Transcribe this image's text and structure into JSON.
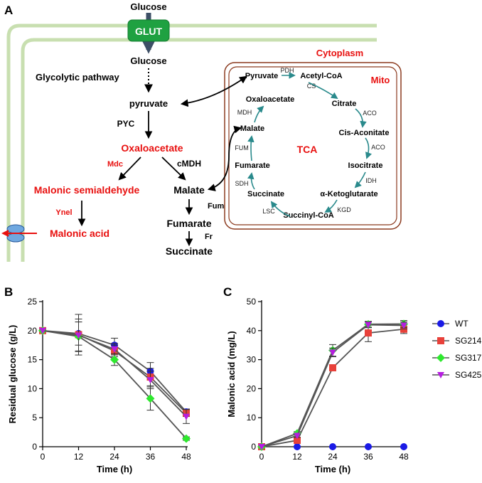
{
  "panel_a": {
    "label": "A",
    "glucose_out": "Glucose",
    "transporter": "GLUT",
    "glucose_in": "Glucose",
    "glycolytic": "Glycolytic pathway",
    "pyruvate": "pyruvate",
    "pyc": "PYC",
    "oxaloacetate": "Oxaloacetate",
    "mdc": "Mdc",
    "cmdh": "cMDH",
    "malonic_semialdehyde": "Malonic semialdehyde",
    "malate": "Malate",
    "ynel": "Ynel",
    "fum": "Fum",
    "fumarate": "Fumarate",
    "malonic_acid": "Malonic acid",
    "fr": "Fr",
    "succinate": "Succinate",
    "cytoplasm": "Cytoplasm",
    "mito": "Mito",
    "tca": "TCA",
    "tca_metabolites": {
      "pyruvate": "Pyruvate",
      "acetyl_coa": "Acetyl-CoA",
      "oxaloacetate": "Oxaloacetate",
      "citrate": "Citrate",
      "malate": "Malate",
      "cis_aconitate": "Cis-Aconitate",
      "fumarate": "Fumarate",
      "isocitrate": "Isocitrate",
      "succinate": "Succinate",
      "alpha_kg": "α-Ketoglutarate",
      "succinyl_coa": "Succinyl-CoA"
    },
    "tca_enzymes": {
      "pdh": "PDH",
      "cs": "CS",
      "mdh": "MDH",
      "aco1": "ACO",
      "aco2": "ACO",
      "fum": "FUM",
      "idh": "IDH",
      "sdh": "SDH",
      "lsc": "LSC",
      "kgd": "KGD"
    },
    "colors": {
      "membrane": "#c8dfb0",
      "glut": "#1fa141",
      "mito_border": "#8b3a1e",
      "tca_arrow": "#2a8a8c",
      "export_arrow": "#e8100f"
    }
  },
  "chart_data": [
    {
      "panel": "B",
      "type": "line",
      "xlabel": "Time (h)",
      "ylabel": "Residual glucose (g/L)",
      "x": [
        0,
        12,
        24,
        36,
        48
      ],
      "xticks": [
        "0",
        "12",
        "24",
        "36",
        "48"
      ],
      "yticks": [
        "0",
        "5",
        "10",
        "15",
        "20",
        "25"
      ],
      "xlim": [
        0,
        48
      ],
      "ylim": [
        0,
        25
      ],
      "series": [
        {
          "name": "WT",
          "marker": "circle",
          "color": "#1a1ae6",
          "values": [
            20,
            19.5,
            17.5,
            13,
            6
          ],
          "err": [
            0,
            2,
            1.2,
            1.5,
            0.5
          ]
        },
        {
          "name": "SG214",
          "marker": "square",
          "color": "#e8413a",
          "values": [
            20,
            19.3,
            16.5,
            12,
            5.8
          ],
          "err": [
            0,
            3.5,
            1,
            1.5,
            0.6
          ]
        },
        {
          "name": "SG317",
          "marker": "diamond",
          "color": "#2ee82e",
          "values": [
            20,
            19.0,
            15,
            8.3,
            1.4
          ],
          "err": [
            0,
            2.5,
            1,
            2,
            0.3
          ]
        },
        {
          "name": "SG425",
          "marker": "triangle-down",
          "color": "#b61ee0",
          "values": [
            20,
            19.2,
            16.8,
            11.5,
            5.2
          ],
          "err": [
            0,
            2.8,
            1,
            1.5,
            1.2
          ]
        }
      ]
    },
    {
      "panel": "C",
      "type": "line",
      "xlabel": "Time (h)",
      "ylabel": "Malonic acid (mg/L)",
      "x": [
        0,
        12,
        24,
        36,
        48
      ],
      "xticks": [
        "0",
        "12",
        "24",
        "36",
        "48"
      ],
      "yticks": [
        "0",
        "10",
        "20",
        "30",
        "40",
        "50"
      ],
      "xlim": [
        0,
        48
      ],
      "ylim": [
        0,
        50
      ],
      "series": [
        {
          "name": "WT",
          "marker": "circle",
          "color": "#1a1ae6",
          "values": [
            0,
            0,
            0,
            0,
            0
          ],
          "err": [
            0,
            0,
            0,
            0,
            0
          ]
        },
        {
          "name": "SG214",
          "marker": "square",
          "color": "#e8413a",
          "values": [
            0,
            2.2,
            27.2,
            39.2,
            40.5
          ],
          "err": [
            0,
            0.6,
            1,
            3,
            1.5
          ]
        },
        {
          "name": "SG317",
          "marker": "diamond",
          "color": "#2ee82e",
          "values": [
            0,
            4.6,
            33.2,
            42.2,
            42.3
          ],
          "err": [
            0,
            0.6,
            2,
            1,
            1.2
          ]
        },
        {
          "name": "SG425",
          "marker": "triangle-down",
          "color": "#b61ee0",
          "values": [
            0,
            3.8,
            32.5,
            42,
            41.8
          ],
          "err": [
            0,
            0.6,
            1.5,
            1,
            1.2
          ]
        }
      ]
    }
  ],
  "legend": [
    "WT",
    "SG214",
    "SG317",
    "SG425"
  ]
}
